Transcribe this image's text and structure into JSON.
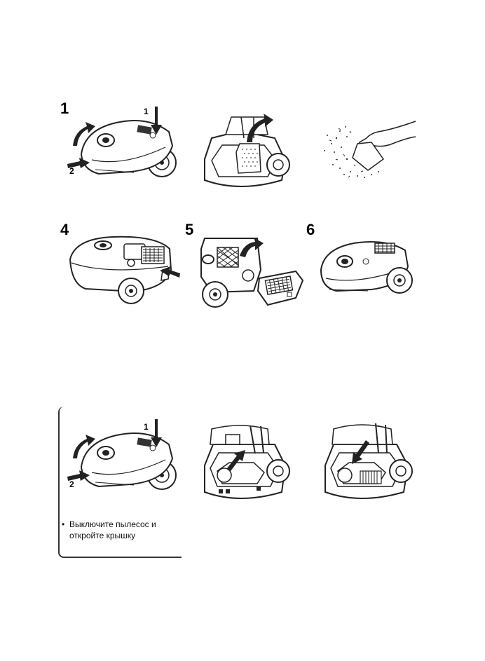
{
  "steps_top": [
    "1",
    "4",
    "5",
    "6"
  ],
  "callouts": {
    "one": "1",
    "two": "2"
  },
  "card": {
    "callout_one": "1",
    "callout_two": "2",
    "bullet": "•",
    "text": "Выключите пылесос и откройте крышку"
  },
  "icons": [
    "vacuum-open-lid-icon",
    "dust-bag-remove-icon",
    "discard-bag-icon",
    "vacuum-side-filter-icon",
    "exhaust-filter-remove-icon",
    "vacuum-closed-icon",
    "filter-remove-icon",
    "filter-insert-icon"
  ]
}
